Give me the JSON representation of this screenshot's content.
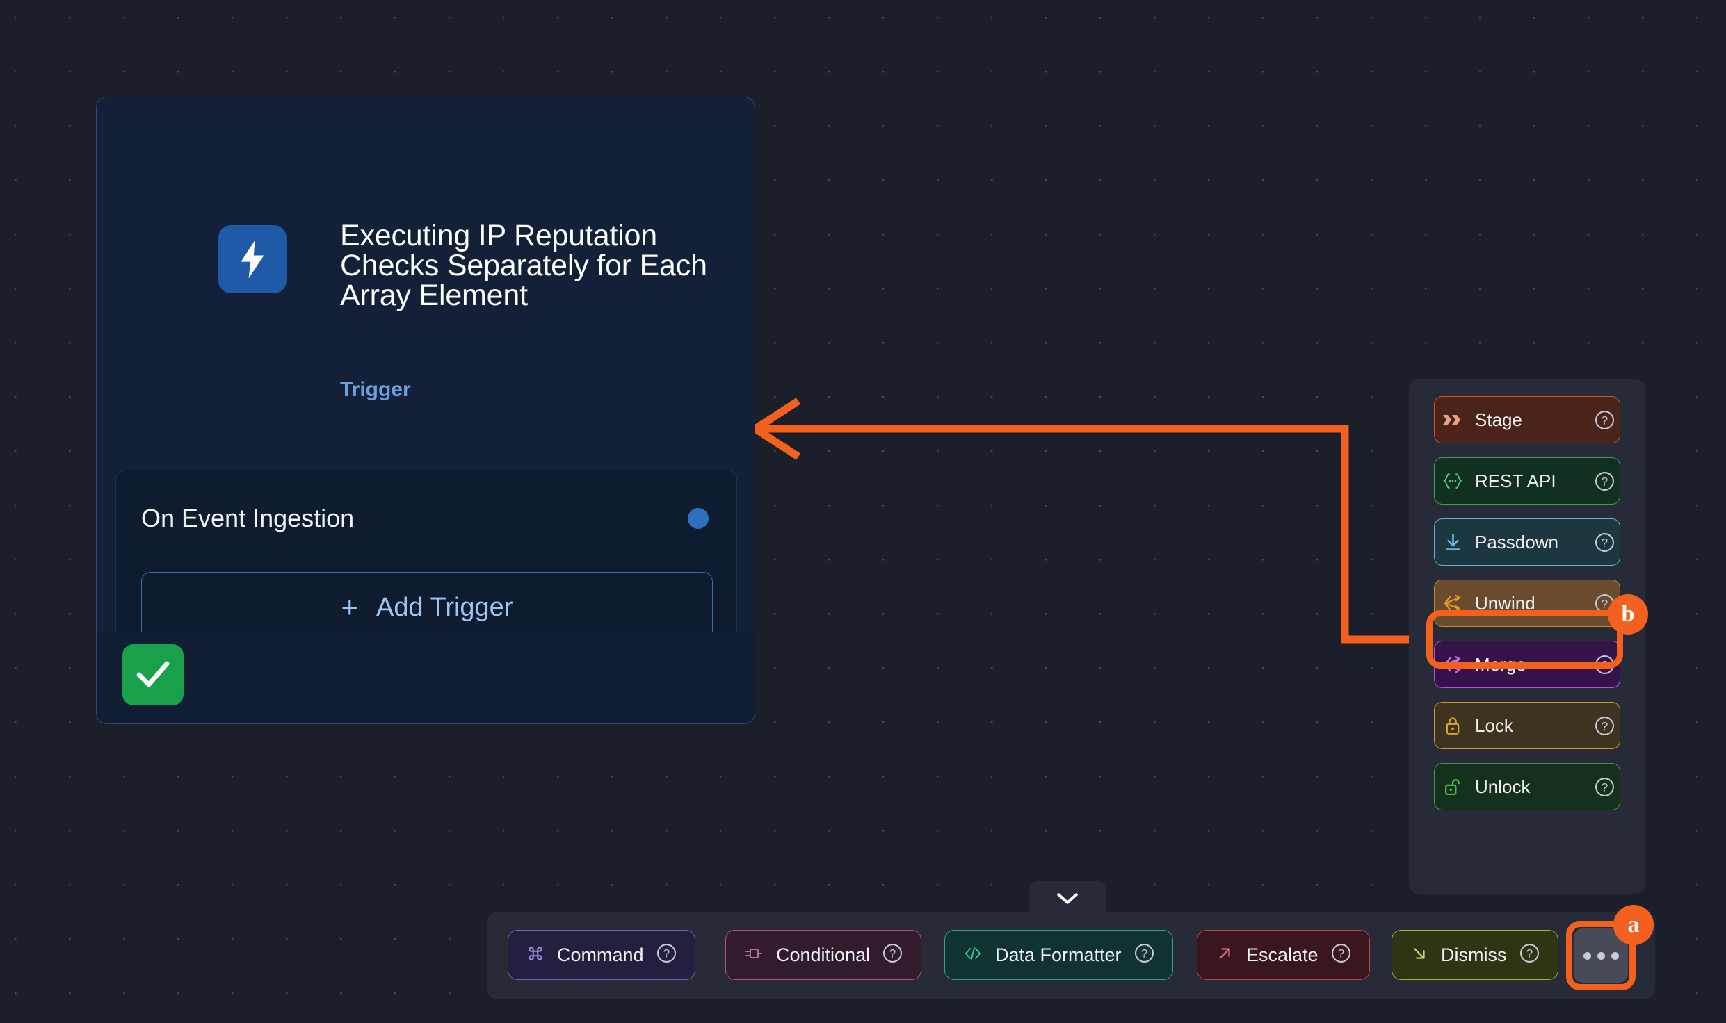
{
  "trigger_card": {
    "icon": "lightning-bolt-icon",
    "title": "Executing IP Reputation Checks Separately for Each Array Element",
    "subtitle": "Trigger",
    "event_label": "On Event Ingestion",
    "add_trigger_label": "Add Trigger",
    "add_trigger_plus": "+",
    "status_icon": "checkmark-icon",
    "colors": {
      "card_bg": "#132038",
      "card_border": "#2b4977",
      "icon_bg": "#1f5aa8",
      "subtitle": "#6d9ee0",
      "port": "#2f6fc0",
      "status_bg": "#18a04a",
      "add_trigger_border": "#3f6ba8",
      "add_trigger_text": "#9ec6f5"
    }
  },
  "side_panel": {
    "items": [
      {
        "label": "Stage",
        "icon": "stage-chevrons-icon",
        "bg": "#4a241b",
        "border": "#d2551f",
        "icon_color": "#e9a183",
        "help": "?"
      },
      {
        "label": "REST API",
        "icon": "curly-braces-icon",
        "bg": "#12301f",
        "border": "#3e9e5e",
        "icon_color": "#55c97f",
        "help": "?"
      },
      {
        "label": "Passdown",
        "icon": "download-arrow-icon",
        "bg": "#1c3742",
        "border": "#64b3c9",
        "icon_color": "#62b7d4",
        "help": "?"
      },
      {
        "label": "Unwind",
        "icon": "unwind-branch-icon",
        "bg": "#6b4b2d",
        "border": "#c9842f",
        "icon_color": "#e8962e",
        "help": "?"
      },
      {
        "label": "Merge",
        "icon": "merge-branch-icon",
        "bg": "#35134a",
        "border": "#b44ddb",
        "icon_color": "#cb6ff0",
        "help": "?"
      },
      {
        "label": "Lock",
        "icon": "lock-closed-icon",
        "bg": "#3d3320",
        "border": "#c49a2c",
        "icon_color": "#d7a431",
        "help": "?"
      },
      {
        "label": "Unlock",
        "icon": "lock-open-icon",
        "bg": "#15301c",
        "border": "#3d9c43",
        "icon_color": "#4ec04e",
        "help": "?"
      }
    ]
  },
  "bottom_toolbar": {
    "collapse_icon": "chevron-down-icon",
    "buttons": [
      {
        "label": "Command",
        "icon": "command-key-icon",
        "bg": "#231f3e",
        "border": "#6e62c4",
        "icon_color": "#9a8ee0",
        "help": "?"
      },
      {
        "label": "Conditional",
        "icon": "conditional-plug-icon",
        "bg": "#321b2a",
        "border": "#b8547c",
        "icon_color": "#c06f94",
        "help": "?"
      },
      {
        "label": "Data Formatter",
        "icon": "code-brackets-icon",
        "bg": "#10332f",
        "border": "#31a08f",
        "icon_color": "#3bbba4",
        "help": "?"
      },
      {
        "label": "Escalate",
        "icon": "arrow-up-right-icon",
        "bg": "#3a161f",
        "border": "#c0404f",
        "icon_color": "#d9737f",
        "help": "?"
      },
      {
        "label": "Dismiss",
        "icon": "arrow-down-right-icon",
        "bg": "#2e3512",
        "border": "#9ab832",
        "icon_color": "#c1d66e",
        "help": "?"
      }
    ],
    "more_label": "more-options"
  },
  "annotations": {
    "badge_a": "a",
    "badge_b": "b",
    "highlight_color": "#f4601e",
    "connector": "arrow-from-unwind-to-event-port"
  }
}
